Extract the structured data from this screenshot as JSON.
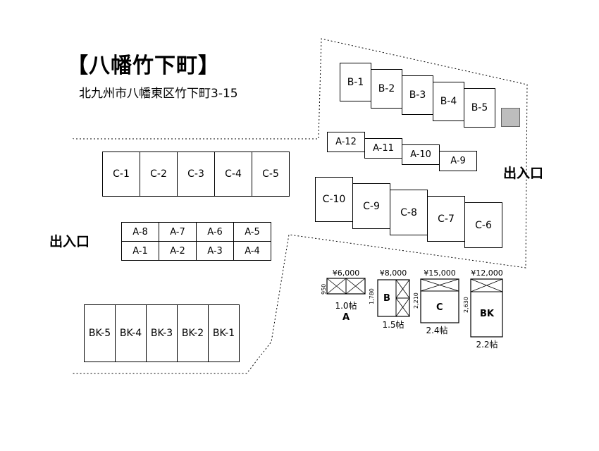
{
  "title": "【八幡竹下町】",
  "address": "北九州市八幡東区竹下町3-15",
  "entrance_labels": [
    "出入口",
    "出入口"
  ],
  "units": {
    "b_row": [
      "B-1",
      "B-2",
      "B-3",
      "B-4",
      "B-5"
    ],
    "a_top_row": [
      "A-12",
      "A-11",
      "A-10",
      "A-9"
    ],
    "c_right_row": [
      "C-10",
      "C-9",
      "C-8",
      "C-7",
      "C-6"
    ],
    "c_left_row": [
      "C-1",
      "C-2",
      "C-3",
      "C-4",
      "C-5"
    ],
    "a_grid_upper": [
      "A-8",
      "A-7",
      "A-6",
      "A-5"
    ],
    "a_grid_lower": [
      "A-1",
      "A-2",
      "A-3",
      "A-4"
    ],
    "bk_row": [
      "BK-5",
      "BK-4",
      "BK-3",
      "BK-2",
      "BK-1"
    ]
  },
  "legend": [
    {
      "type": "A",
      "price": "¥6,000",
      "size": "1.0帖",
      "dimension": "950"
    },
    {
      "type": "B",
      "price": "¥8,000",
      "size": "1.5帖",
      "dimension": "1,780"
    },
    {
      "type": "C",
      "price": "¥15,000",
      "size": "2.4帖",
      "dimension": "2,210"
    },
    {
      "type": "BK",
      "price": "¥12,000",
      "size": "2.2帖",
      "dimension": "2,630"
    }
  ]
}
